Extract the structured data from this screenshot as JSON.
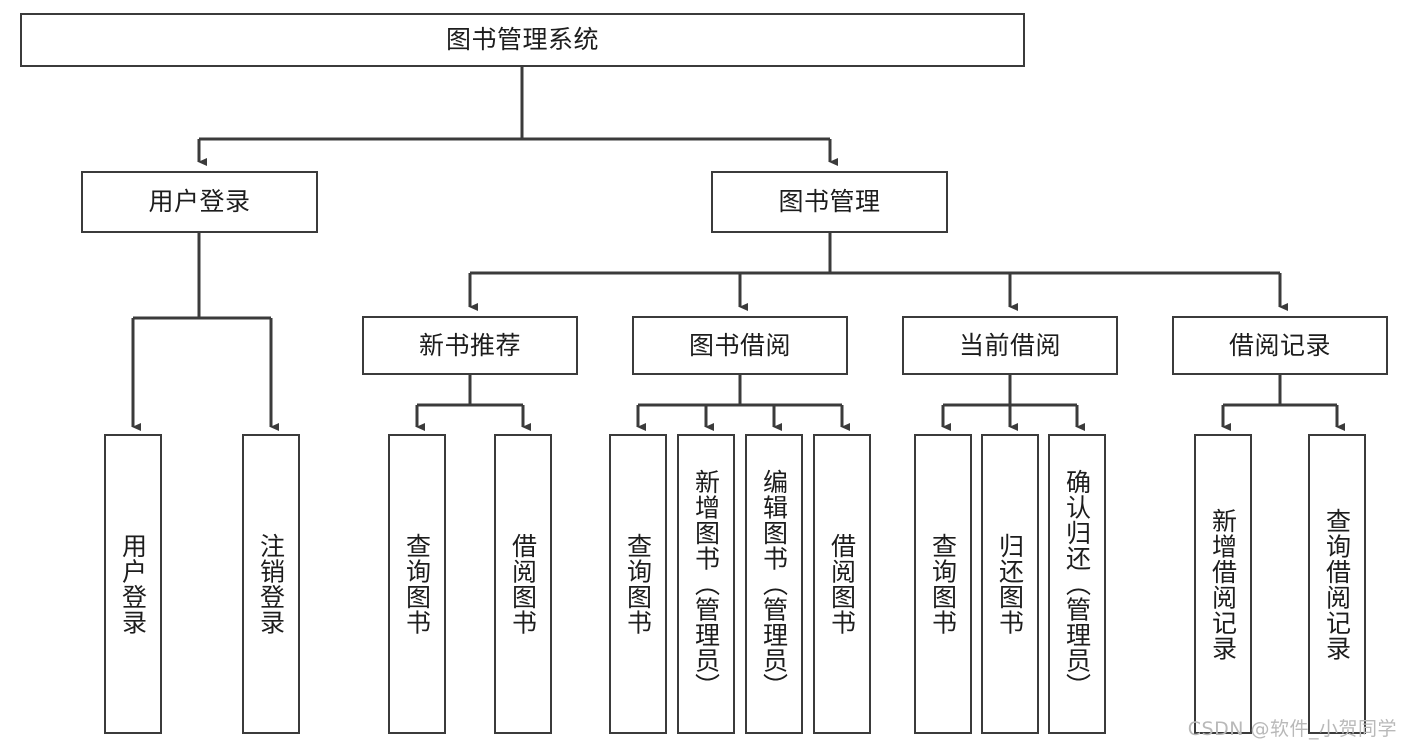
{
  "diagram": {
    "type": "tree-hierarchy",
    "title": "图书管理系统",
    "watermark": "CSDN @软件_小贺同学",
    "colors": {
      "box_border": "#3b3b3b",
      "box_fill": "#ffffff",
      "connector": "#3b3b3b",
      "text": "#1d1d1d",
      "watermark": "#b9b9b9",
      "background": "#ffffff"
    },
    "levels": {
      "root": {
        "label": "图书管理系统"
      },
      "level2": [
        {
          "id": "user-login",
          "label": "用户登录"
        },
        {
          "id": "book-management",
          "label": "图书管理"
        }
      ],
      "level3": [
        {
          "id": "new-book-recommend",
          "label": "新书推荐",
          "parent": "book-management"
        },
        {
          "id": "book-borrow",
          "label": "图书借阅",
          "parent": "book-management"
        },
        {
          "id": "current-borrow",
          "label": "当前借阅",
          "parent": "book-management"
        },
        {
          "id": "borrow-record",
          "label": "借阅记录",
          "parent": "book-management"
        }
      ],
      "leaves": [
        {
          "id": "leaf-user-login",
          "label": "用户登录",
          "parent": "user-login"
        },
        {
          "id": "leaf-logout-login",
          "label": "注销登录",
          "parent": "user-login"
        },
        {
          "id": "leaf-query-book-1",
          "label": "查询图书",
          "parent": "new-book-recommend"
        },
        {
          "id": "leaf-borrow-book-1",
          "label": "借阅图书",
          "parent": "new-book-recommend"
        },
        {
          "id": "leaf-query-book-2",
          "label": "查询图书",
          "parent": "book-borrow"
        },
        {
          "id": "leaf-add-book",
          "label": "新增图书（管理员）",
          "parent": "book-borrow"
        },
        {
          "id": "leaf-edit-book",
          "label": "编辑图书（管理员）",
          "parent": "book-borrow"
        },
        {
          "id": "leaf-borrow-book-2",
          "label": "借阅图书",
          "parent": "book-borrow"
        },
        {
          "id": "leaf-query-book-3",
          "label": "查询图书",
          "parent": "current-borrow"
        },
        {
          "id": "leaf-return-book",
          "label": "归还图书",
          "parent": "current-borrow"
        },
        {
          "id": "leaf-confirm-return",
          "label": "确认归还（管理员）",
          "parent": "current-borrow"
        },
        {
          "id": "leaf-add-record",
          "label": "新增借阅记录",
          "parent": "borrow-record"
        },
        {
          "id": "leaf-query-record",
          "label": "查询借阅记录",
          "parent": "borrow-record"
        }
      ]
    }
  }
}
